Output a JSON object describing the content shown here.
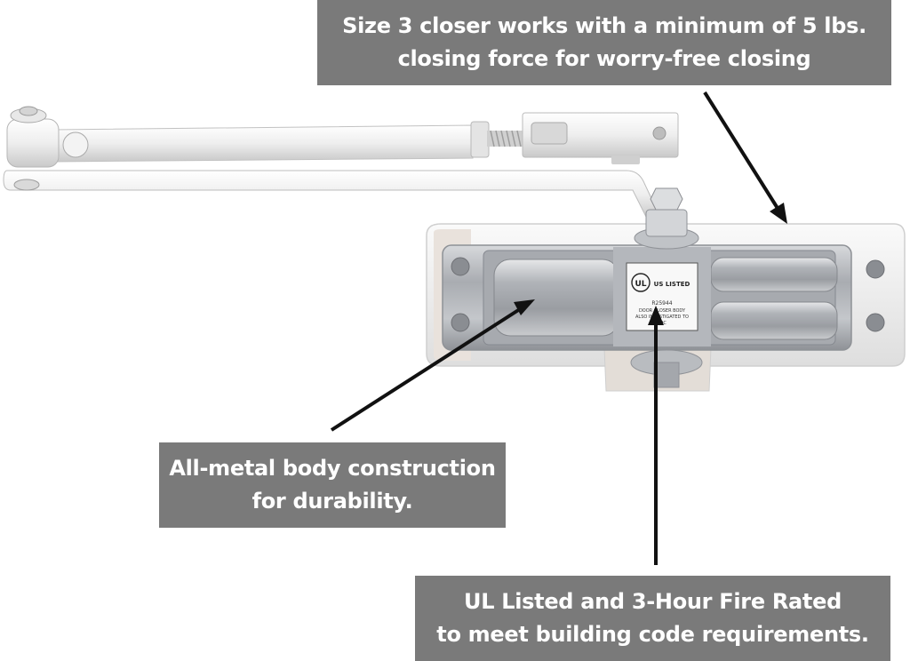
{
  "callouts": {
    "top": {
      "line1": "Size 3 closer works with a minimum of 5 lbs.",
      "line2": "closing force for worry-free closing"
    },
    "left": {
      "line1": "All-metal body construction",
      "line2": "for durability."
    },
    "bottom": {
      "line1": "UL Listed and 3-Hour Fire Rated",
      "line2": "to meet building code requirements."
    }
  },
  "ul_label": {
    "mark": "UL",
    "listed": "US LISTED",
    "line1": "R25944",
    "line2": "DOOR CLOSER BODY",
    "line3": "ALSO INVESTIGATED TO",
    "line4": "10C"
  },
  "colors": {
    "callout_bg": "#7a7a7a",
    "callout_text": "#ffffff",
    "arrow": "#111111",
    "body_metal": "#b9bcc0",
    "cover_white": "#f1f1f1"
  }
}
